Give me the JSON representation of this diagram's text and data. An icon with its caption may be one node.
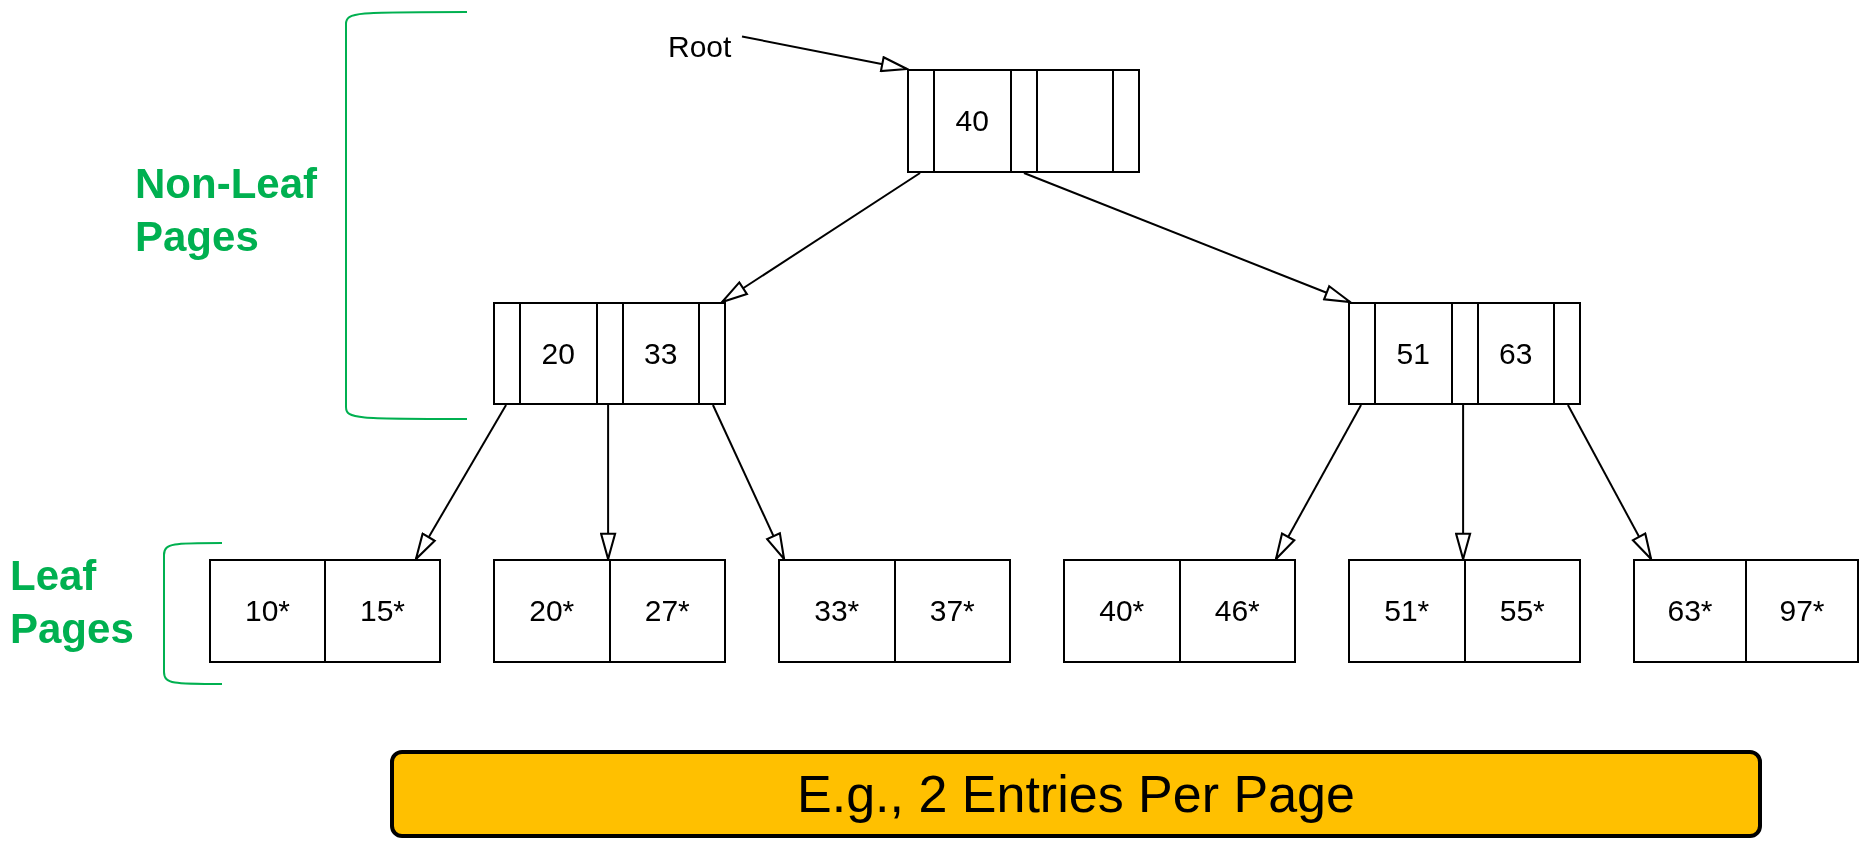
{
  "diagram": {
    "nodes": [
      {
        "text": [
          "Root"
        ]
      },
      {
        "text": [
          "40"
        ]
      },
      {
        "text": [
          "20",
          "33"
        ]
      },
      {
        "text": [
          "51",
          "63"
        ]
      },
      {
        "text": [
          "10*",
          "15*"
        ]
      },
      {
        "text": [
          "20*",
          "27*"
        ]
      },
      {
        "text": [
          "33*",
          "37*"
        ]
      },
      {
        "text": [
          "40*",
          "46*"
        ]
      },
      {
        "text": [
          "51*",
          "55*"
        ]
      },
      {
        "text": [
          "63*",
          "97*"
        ]
      },
      {
        "text": [
          "E.g., 2 Entries Per Page"
        ]
      }
    ],
    "edges": [
      {
        "from": 0,
        "to": 1,
        "arrow": "to"
      },
      {
        "from": 1,
        "to": 2,
        "arrow": "to"
      },
      {
        "from": 1,
        "to": 3,
        "arrow": "to"
      },
      {
        "from": 2,
        "to": 4,
        "arrow": "to"
      },
      {
        "from": 2,
        "to": 5,
        "arrow": "to"
      },
      {
        "from": 2,
        "to": 6,
        "arrow": "to"
      },
      {
        "from": 3,
        "to": 7,
        "arrow": "to"
      },
      {
        "from": 3,
        "to": 8,
        "arrow": "to"
      },
      {
        "from": 3,
        "to": 9,
        "arrow": "to"
      }
    ],
    "labels": [
      "Non-Leaf Pages",
      "Leaf Pages"
    ]
  }
}
